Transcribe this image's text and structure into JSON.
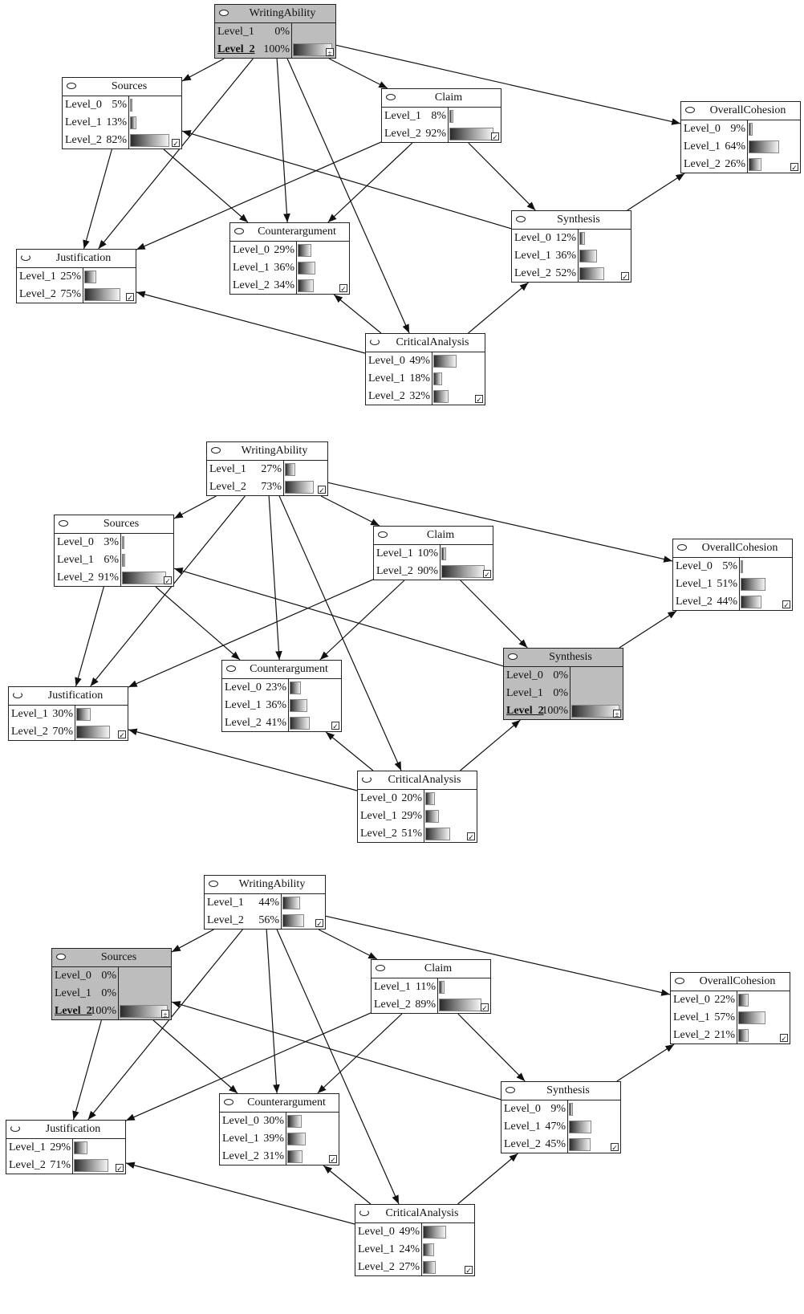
{
  "panels": [
    {
      "nodes": {
        "WritingAbility": {
          "observed": true,
          "states": [
            {
              "label": "Level_1",
              "value": "0%",
              "p": 0
            },
            {
              "label": "Level_2",
              "value": "100%",
              "p": 1.0
            }
          ]
        },
        "Sources": {
          "observed": false,
          "states": [
            {
              "label": "Level_0",
              "value": "5%",
              "p": 0.05
            },
            {
              "label": "Level_1",
              "value": "13%",
              "p": 0.13
            },
            {
              "label": "Level_2",
              "value": "82%",
              "p": 0.82
            }
          ]
        },
        "Claim": {
          "observed": false,
          "states": [
            {
              "label": "Level_1",
              "value": "8%",
              "p": 0.08
            },
            {
              "label": "Level_2",
              "value": "92%",
              "p": 0.92
            }
          ]
        },
        "OverallCohesion": {
          "observed": false,
          "states": [
            {
              "label": "Level_0",
              "value": "9%",
              "p": 0.09
            },
            {
              "label": "Level_1",
              "value": "64%",
              "p": 0.64
            },
            {
              "label": "Level_2",
              "value": "26%",
              "p": 0.26
            }
          ]
        },
        "Synthesis": {
          "observed": false,
          "states": [
            {
              "label": "Level_0",
              "value": "12%",
              "p": 0.12
            },
            {
              "label": "Level_1",
              "value": "36%",
              "p": 0.36
            },
            {
              "label": "Level_2",
              "value": "52%",
              "p": 0.52
            }
          ]
        },
        "Counterargument": {
          "observed": false,
          "states": [
            {
              "label": "Level_0",
              "value": "29%",
              "p": 0.29
            },
            {
              "label": "Level_1",
              "value": "36%",
              "p": 0.36
            },
            {
              "label": "Level_2",
              "value": "34%",
              "p": 0.34
            }
          ]
        },
        "Justification": {
          "observed": false,
          "states": [
            {
              "label": "Level_1",
              "value": "25%",
              "p": 0.25
            },
            {
              "label": "Level_2",
              "value": "75%",
              "p": 0.75
            }
          ]
        },
        "CriticalAnalysis": {
          "observed": false,
          "states": [
            {
              "label": "Level_0",
              "value": "49%",
              "p": 0.49
            },
            {
              "label": "Level_1",
              "value": "18%",
              "p": 0.18
            },
            {
              "label": "Level_2",
              "value": "32%",
              "p": 0.32
            }
          ]
        }
      }
    },
    {
      "nodes": {
        "WritingAbility": {
          "observed": false,
          "states": [
            {
              "label": "Level_1",
              "value": "27%",
              "p": 0.27
            },
            {
              "label": "Level_2",
              "value": "73%",
              "p": 0.73
            }
          ]
        },
        "Sources": {
          "observed": false,
          "states": [
            {
              "label": "Level_0",
              "value": "3%",
              "p": 0.03
            },
            {
              "label": "Level_1",
              "value": "6%",
              "p": 0.06
            },
            {
              "label": "Level_2",
              "value": "91%",
              "p": 0.91
            }
          ]
        },
        "Claim": {
          "observed": false,
          "states": [
            {
              "label": "Level_1",
              "value": "10%",
              "p": 0.1
            },
            {
              "label": "Level_2",
              "value": "90%",
              "p": 0.9
            }
          ]
        },
        "OverallCohesion": {
          "observed": false,
          "states": [
            {
              "label": "Level_0",
              "value": "5%",
              "p": 0.05
            },
            {
              "label": "Level_1",
              "value": "51%",
              "p": 0.51
            },
            {
              "label": "Level_2",
              "value": "44%",
              "p": 0.44
            }
          ]
        },
        "Synthesis": {
          "observed": true,
          "states": [
            {
              "label": "Level_0",
              "value": "0%",
              "p": 0
            },
            {
              "label": "Level_1",
              "value": "0%",
              "p": 0
            },
            {
              "label": "Level_2",
              "value": "100%",
              "p": 1.0
            }
          ]
        },
        "Counterargument": {
          "observed": false,
          "states": [
            {
              "label": "Level_0",
              "value": "23%",
              "p": 0.23
            },
            {
              "label": "Level_1",
              "value": "36%",
              "p": 0.36
            },
            {
              "label": "Level_2",
              "value": "41%",
              "p": 0.41
            }
          ]
        },
        "Justification": {
          "observed": false,
          "states": [
            {
              "label": "Level_1",
              "value": "30%",
              "p": 0.3
            },
            {
              "label": "Level_2",
              "value": "70%",
              "p": 0.7
            }
          ]
        },
        "CriticalAnalysis": {
          "observed": false,
          "states": [
            {
              "label": "Level_0",
              "value": "20%",
              "p": 0.2
            },
            {
              "label": "Level_1",
              "value": "29%",
              "p": 0.29
            },
            {
              "label": "Level_2",
              "value": "51%",
              "p": 0.51
            }
          ]
        }
      }
    },
    {
      "nodes": {
        "WritingAbility": {
          "observed": false,
          "states": [
            {
              "label": "Level_1",
              "value": "44%",
              "p": 0.44
            },
            {
              "label": "Level_2",
              "value": "56%",
              "p": 0.56
            }
          ]
        },
        "Sources": {
          "observed": true,
          "states": [
            {
              "label": "Level_0",
              "value": "0%",
              "p": 0
            },
            {
              "label": "Level_1",
              "value": "0%",
              "p": 0
            },
            {
              "label": "Level_2",
              "value": "100%",
              "p": 1.0
            }
          ]
        },
        "Claim": {
          "observed": false,
          "states": [
            {
              "label": "Level_1",
              "value": "11%",
              "p": 0.11
            },
            {
              "label": "Level_2",
              "value": "89%",
              "p": 0.89
            }
          ]
        },
        "OverallCohesion": {
          "observed": false,
          "states": [
            {
              "label": "Level_0",
              "value": "22%",
              "p": 0.22
            },
            {
              "label": "Level_1",
              "value": "57%",
              "p": 0.57
            },
            {
              "label": "Level_2",
              "value": "21%",
              "p": 0.21
            }
          ]
        },
        "Synthesis": {
          "observed": false,
          "states": [
            {
              "label": "Level_0",
              "value": "9%",
              "p": 0.09
            },
            {
              "label": "Level_1",
              "value": "47%",
              "p": 0.47
            },
            {
              "label": "Level_2",
              "value": "45%",
              "p": 0.45
            }
          ]
        },
        "Counterargument": {
          "observed": false,
          "states": [
            {
              "label": "Level_0",
              "value": "30%",
              "p": 0.3
            },
            {
              "label": "Level_1",
              "value": "39%",
              "p": 0.39
            },
            {
              "label": "Level_2",
              "value": "31%",
              "p": 0.31
            }
          ]
        },
        "Justification": {
          "observed": false,
          "states": [
            {
              "label": "Level_1",
              "value": "29%",
              "p": 0.29
            },
            {
              "label": "Level_2",
              "value": "71%",
              "p": 0.71
            }
          ]
        },
        "CriticalAnalysis": {
          "observed": false,
          "states": [
            {
              "label": "Level_0",
              "value": "49%",
              "p": 0.49
            },
            {
              "label": "Level_1",
              "value": "24%",
              "p": 0.24
            },
            {
              "label": "Level_2",
              "value": "27%",
              "p": 0.27
            }
          ]
        }
      }
    }
  ],
  "edges": [
    [
      "WritingAbility",
      "Sources"
    ],
    [
      "WritingAbility",
      "Claim"
    ],
    [
      "WritingAbility",
      "OverallCohesion"
    ],
    [
      "WritingAbility",
      "Counterargument"
    ],
    [
      "WritingAbility",
      "Justification"
    ],
    [
      "WritingAbility",
      "CriticalAnalysis"
    ],
    [
      "Sources",
      "Justification"
    ],
    [
      "Sources",
      "Counterargument"
    ],
    [
      "Claim",
      "Justification"
    ],
    [
      "Claim",
      "Counterargument"
    ],
    [
      "Claim",
      "Synthesis"
    ],
    [
      "Synthesis",
      "Sources"
    ],
    [
      "Synthesis",
      "OverallCohesion"
    ],
    [
      "CriticalAnalysis",
      "Justification"
    ],
    [
      "CriticalAnalysis",
      "Counterargument"
    ],
    [
      "CriticalAnalysis",
      "Synthesis"
    ]
  ],
  "colors": {
    "observed_fill": "#bdbdbd",
    "border": "#222222",
    "edge": "#111111"
  }
}
